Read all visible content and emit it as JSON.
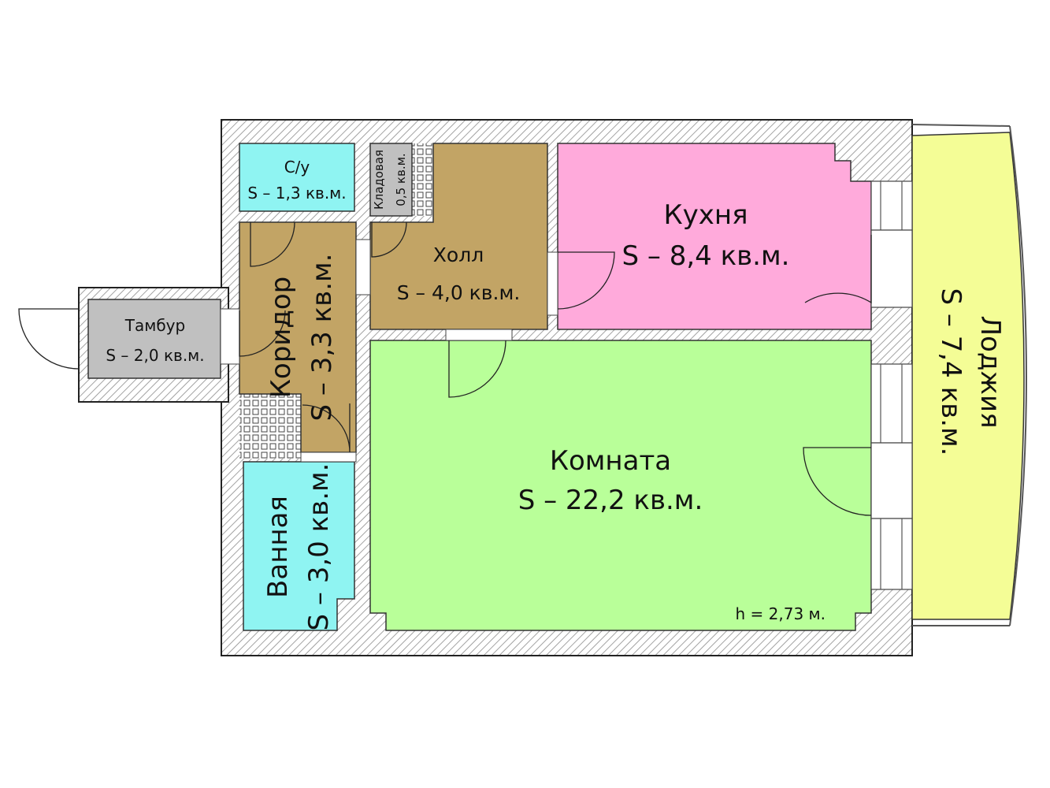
{
  "colors": {
    "wall_hatch": "#9a9a9a",
    "kitchen": "#ffaadb",
    "room": "#b9ff99",
    "hall": "#c2a465",
    "corridor": "#c2a465",
    "bathroom": "#8ff4f2",
    "toilet": "#8ff4f2",
    "vestibule": "#c0c0c0",
    "storage": "#c0c0c0",
    "loggia": "#f4fd96"
  },
  "rooms": {
    "toilet": {
      "name": "С/у",
      "area": "S – 1,3 кв.м."
    },
    "storage": {
      "name": "Кладовая",
      "area": "0,5 кв.м."
    },
    "hall": {
      "name": "Холл",
      "area": "S – 4,0 кв.м."
    },
    "kitchen": {
      "name": "Кухня",
      "area": "S – 8,4 кв.м."
    },
    "loggia": {
      "name": "Лоджия",
      "area": "S – 7,4 кв.м."
    },
    "vestibule": {
      "name": "Тамбур",
      "area": "S – 2,0 кв.м."
    },
    "corridor": {
      "name": "Коридор",
      "area": "S – 3,3 кв.м."
    },
    "bathroom": {
      "name": "Ванная",
      "area": "S – 3,0 кв.м."
    },
    "main_room": {
      "name": "Комната",
      "area": "S – 22,2 кв.м."
    }
  },
  "ceiling_height": "h = 2,73 м."
}
